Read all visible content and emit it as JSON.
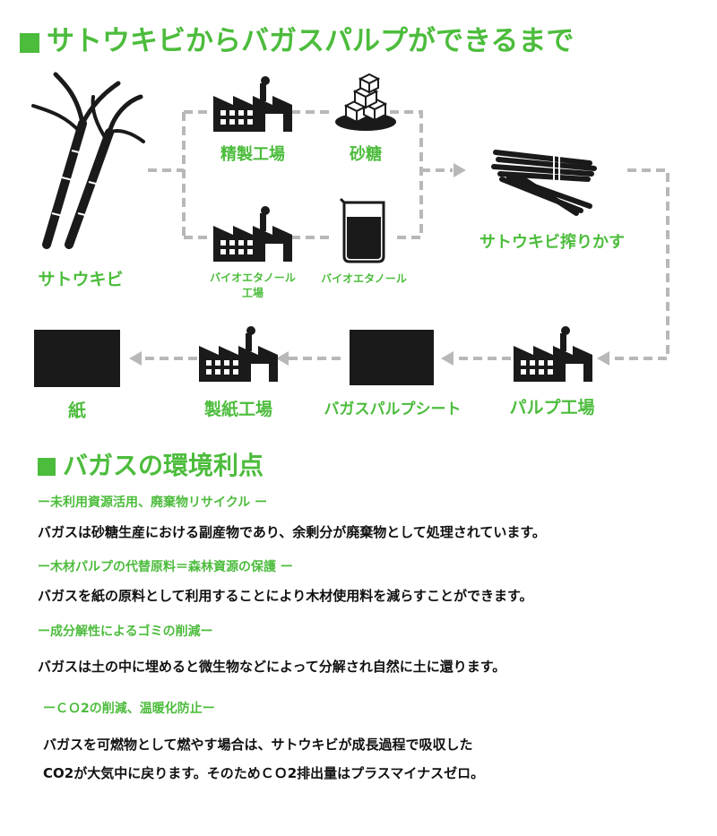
{
  "section1": {
    "title": "サトウキビからバガスパルプができるまで"
  },
  "flow": {
    "sugarcane": "サトウキビ",
    "refinery": "精製工場",
    "sugar": "砂糖",
    "bioethanol_factory_line1": "バイオエタノール",
    "bioethanol_factory_line2": "工場",
    "bioethanol": "バイオエタノール",
    "bagasse": "サトウキビ搾りかす",
    "pulp_factory": "パルプ工場",
    "pulp_sheet": "バガスパルプシート",
    "paper_mill": "製紙工場",
    "paper": "紙"
  },
  "section2": {
    "title": "バガスの環境利点",
    "points": [
      {
        "heading": "ー未利用資源活用、廃棄物リサイクル ー",
        "text": "バガスは砂糖生産における副産物であり、余剰分が廃棄物として処理されています。"
      },
      {
        "heading": "ー木材パルプの代替原料＝森林資源の保護 ー",
        "text": "バガスを紙の原料として利用することにより木材使用料を減らすことができます。"
      },
      {
        "heading": "ー成分解性によるゴミの削減ー",
        "text": "バガスは土の中に埋めると微生物などによって分解され自然に土に還ります。"
      },
      {
        "heading": "ーＣＯ2の削減、温暖化防止ー",
        "text_line1": "バガスを可燃物として燃やす場合は、サトウキビが成長過程で吸収した",
        "text_line2": "CO2が大気中に戻ります。そのためＣＯ2排出量はプラスマイナスゼロ。"
      }
    ]
  }
}
